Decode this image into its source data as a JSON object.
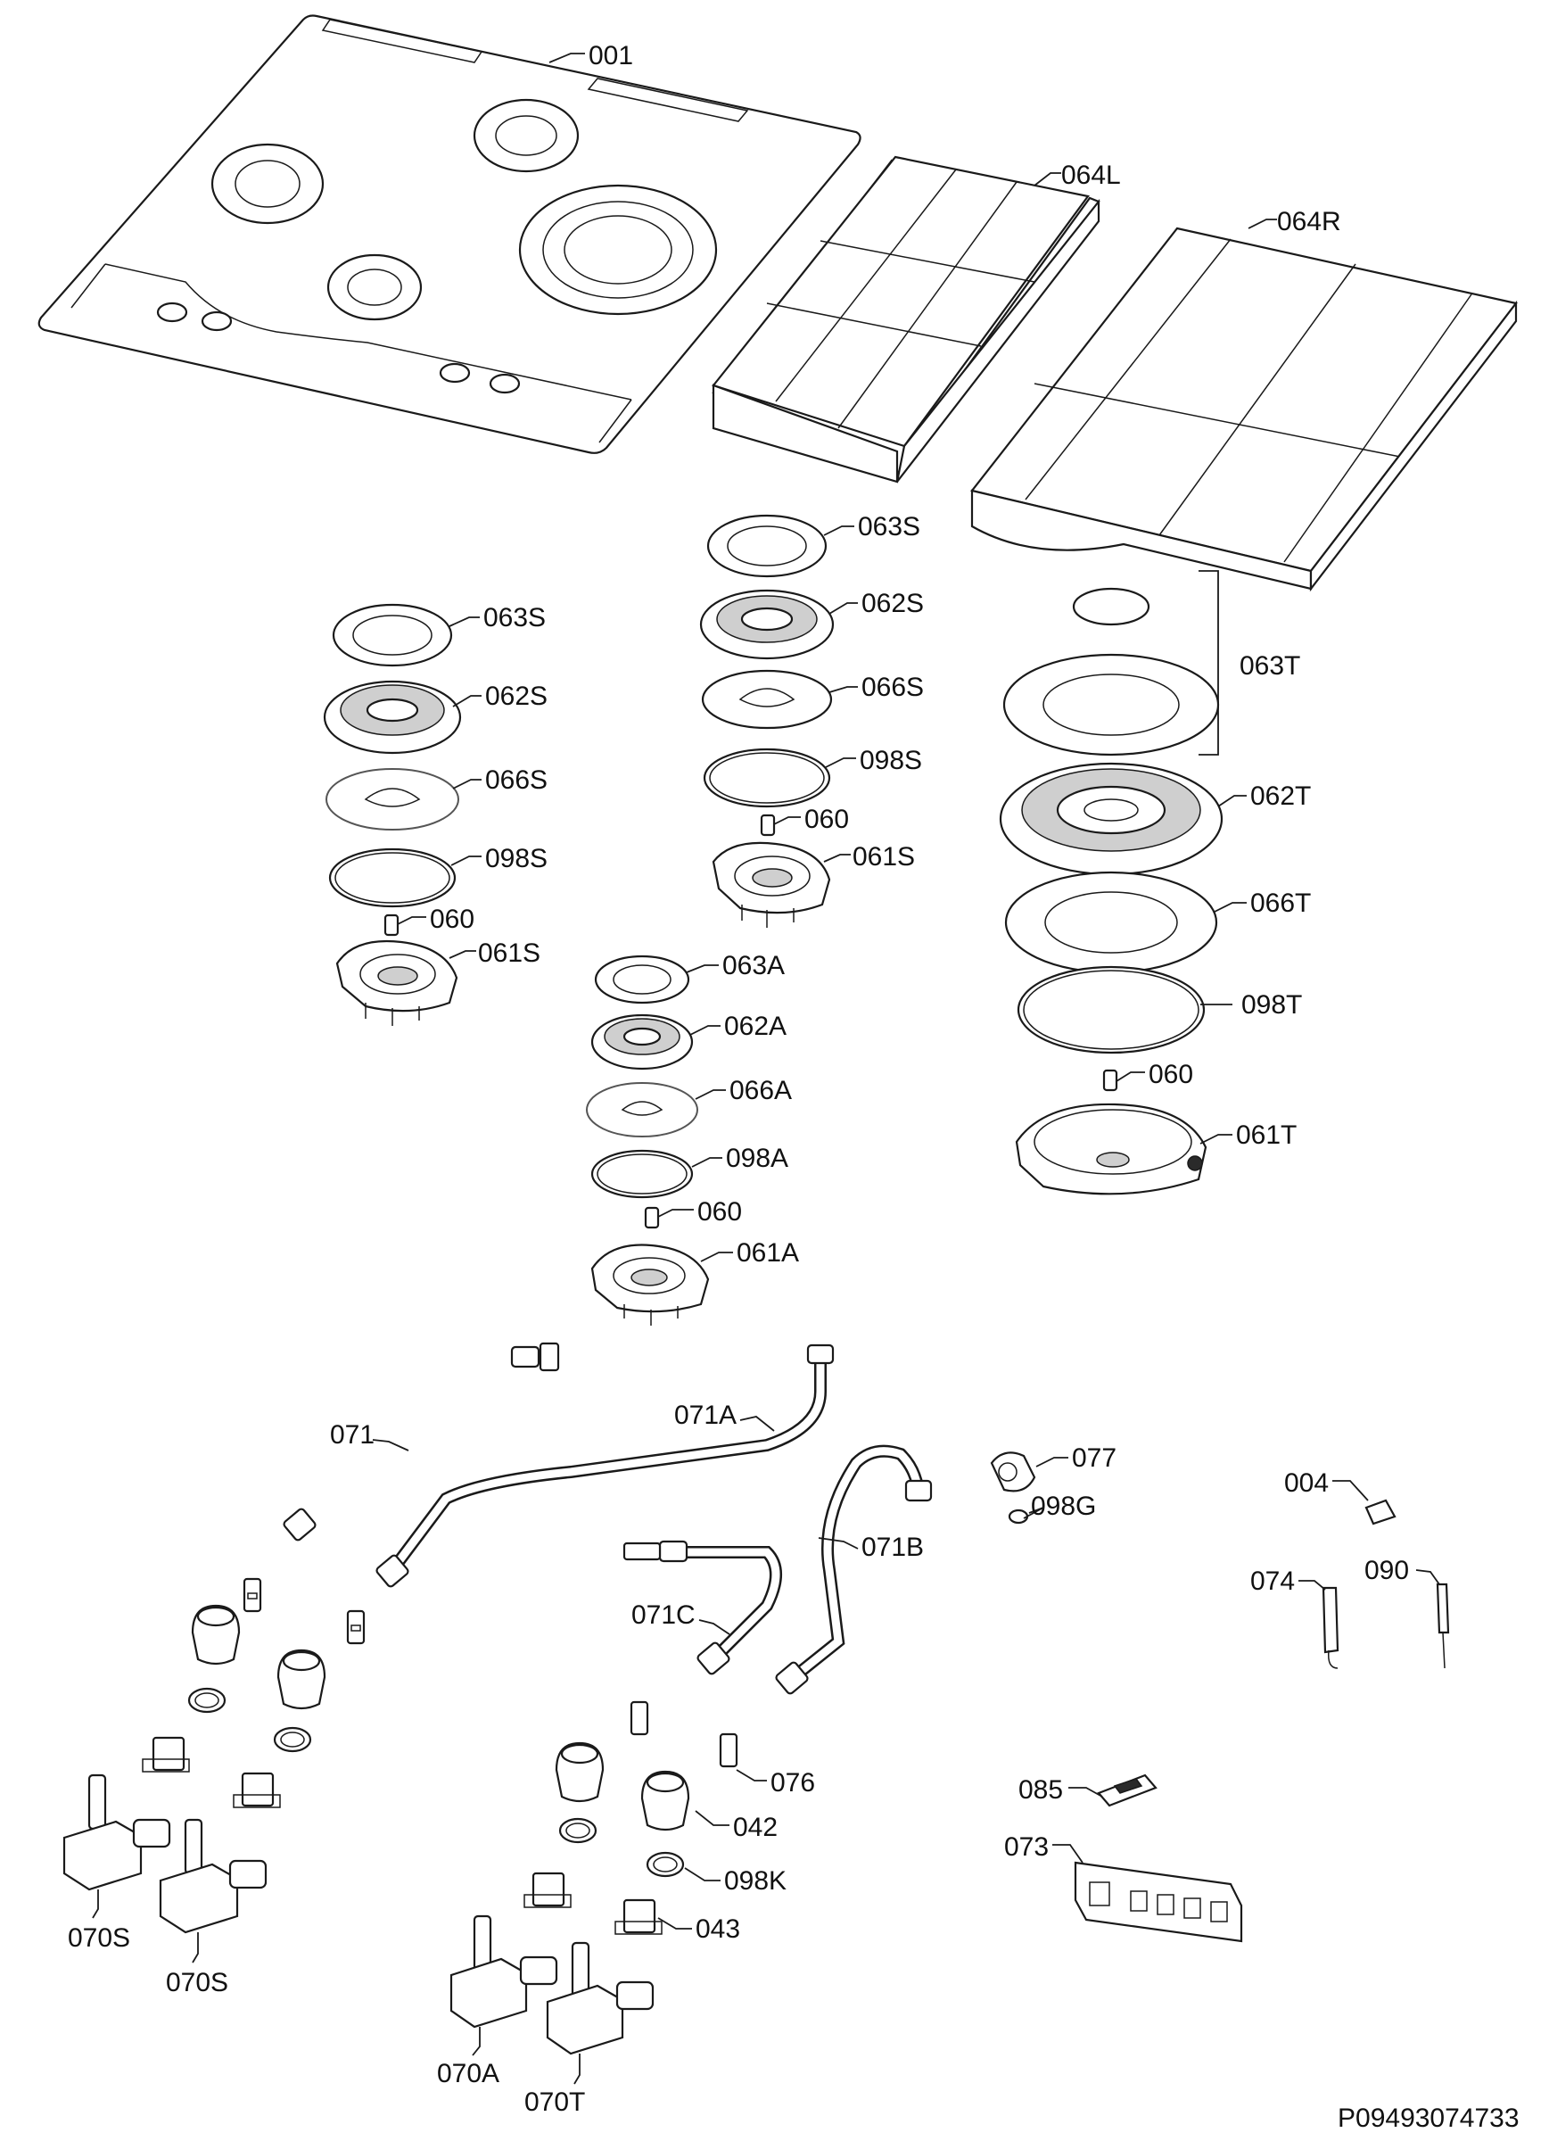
{
  "labels": {
    "l001": "001",
    "l064L": "064L",
    "l064R": "064R",
    "l063S_c": "063S",
    "l062S_c": "062S",
    "l066S_c": "066S",
    "l098S_c": "098S",
    "l060_c": "060",
    "l061S_c": "061S",
    "l063S_l": "063S",
    "l062S_l": "062S",
    "l066S_l": "066S",
    "l098S_l": "098S",
    "l060_l": "060",
    "l061S_l": "061S",
    "l063T": "063T",
    "l062T": "062T",
    "l066T": "066T",
    "l098T": "098T",
    "l060_r": "060",
    "l061T": "061T",
    "l063A": "063A",
    "l062A": "062A",
    "l066A": "066A",
    "l098A": "098A",
    "l060_a": "060",
    "l061A": "061A",
    "l071": "071",
    "l071A": "071A",
    "l071B": "071B",
    "l071C": "071C",
    "l077": "077",
    "l098G": "098G",
    "l004": "004",
    "l074": "074",
    "l090": "090",
    "l076": "076",
    "l042": "042",
    "l098K": "098K",
    "l043": "043",
    "l085": "085",
    "l073": "073",
    "l070S_1": "070S",
    "l070S_2": "070S",
    "l070A": "070A",
    "l070T": "070T"
  },
  "drawing_code": "P09493074733"
}
